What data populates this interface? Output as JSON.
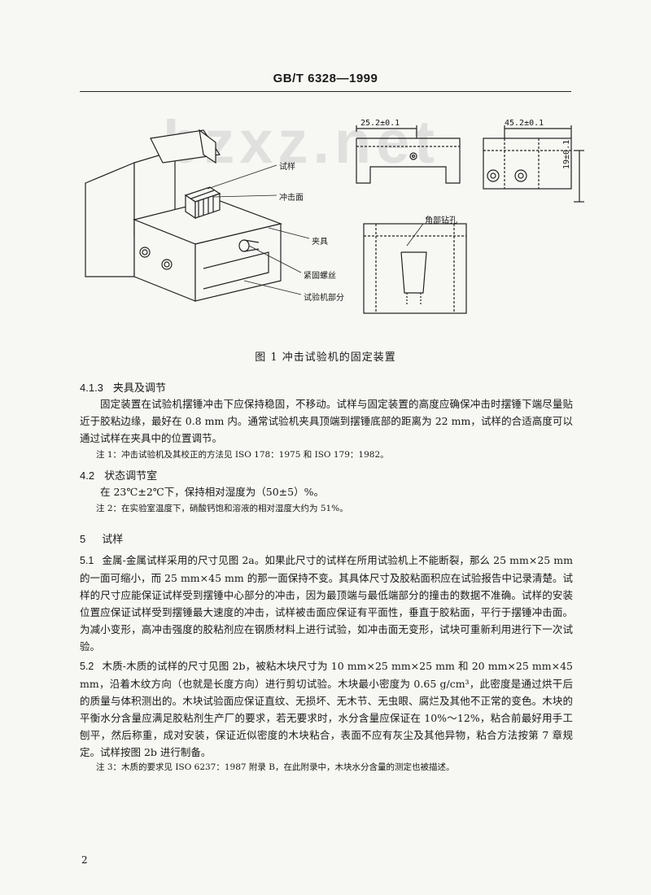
{
  "header": {
    "standard_code": "GB/T 6328—1999"
  },
  "watermark": {
    "text": "bzxz.net"
  },
  "figure1": {
    "callouts": {
      "specimen": "试样",
      "impact_face": "冲击面",
      "clamp": "夹具",
      "tightening_screw": "紧固螺丝",
      "tester_part": "试验机部分",
      "corner_hole": "角部钻孔"
    },
    "dimensions": {
      "width_left": "25.2±0.1",
      "width_right": "45.2±0.1",
      "height_right": "19±0.1"
    },
    "caption": "图 1   冲击试验机的固定装置"
  },
  "s413": {
    "number": "4.1.3",
    "title": "夹具及调节",
    "text": "固定装置在试验机摆锤冲击下应保持稳固，不移动。试样与固定装置的高度应确保冲击时摆锤下端尽量贴近于胶粘边缘，最好在 0.8 mm 内。通常试验机夹具顶端到摆锤底部的距离为 22 mm，试样的合适高度可以通过试样在夹具中的位置调节。",
    "note": "注 1：冲击试验机及其校正的方法见 ISO 178：1975 和 ISO 179：1982。"
  },
  "s42": {
    "number": "4.2",
    "title": "状态调节室",
    "text": "在 23℃±2℃下，保持相对湿度为（50±5）%。",
    "note": "注 2：在实验室温度下，硝酸钙饱和溶液的相对湿度大约为 51%。"
  },
  "s5": {
    "number": "5",
    "title": "试样"
  },
  "s51": {
    "number": "5.1",
    "text": "金属-金属试样采用的尺寸见图 2a。如果此尺寸的试样在所用试验机上不能断裂，那么 25 mm×25 mm 的一面可缩小，而 25 mm×45 mm 的那一面保持不变。其具体尺寸及胶粘面积应在试验报告中记录清楚。试样的尺寸应能保证试样受到摆锤中心部分的冲击，因为最顶端与最低端部分的撞击的数据不准确。试样的安装位置应保证试样受到摆锤最大速度的冲击，试样被击面应保证有平面性，垂直于胶粘面，平行于摆锤冲击面。为减小变形，高冲击强度的胶粘剂应在钢质材料上进行试验，如冲击面无变形，试块可重新利用进行下一次试验。"
  },
  "s52": {
    "number": "5.2",
    "text": "木质-木质的试样的尺寸见图 2b，被粘木块尺寸为 10 mm×25 mm×25 mm 和 20 mm×25 mm×45 mm，沿着木纹方向（也就是长度方向）进行剪切试验。木块最小密度为 0.65 g/cm³，此密度是通过烘干后的质量与体积测出的。木块试验面应保证直纹、无损坏、无木节、无虫眼、腐烂及其他不正常的变色。木块的平衡水分含量应满足胶粘剂生产厂的要求，若无要求时，水分含量应保证在 10%～12%，粘合前最好用手工刨平，然后称重，成对安装，保证近似密度的木块粘合，表面不应有灰尘及其他异物，粘合方法按第 7 章规定。试样按图 2b 进行制备。",
    "note": "注 3：木质的要求见 ISO 6237：1987 附录 B，在此附录中，木块水分含量的测定也被描述。"
  },
  "page_number": "2"
}
